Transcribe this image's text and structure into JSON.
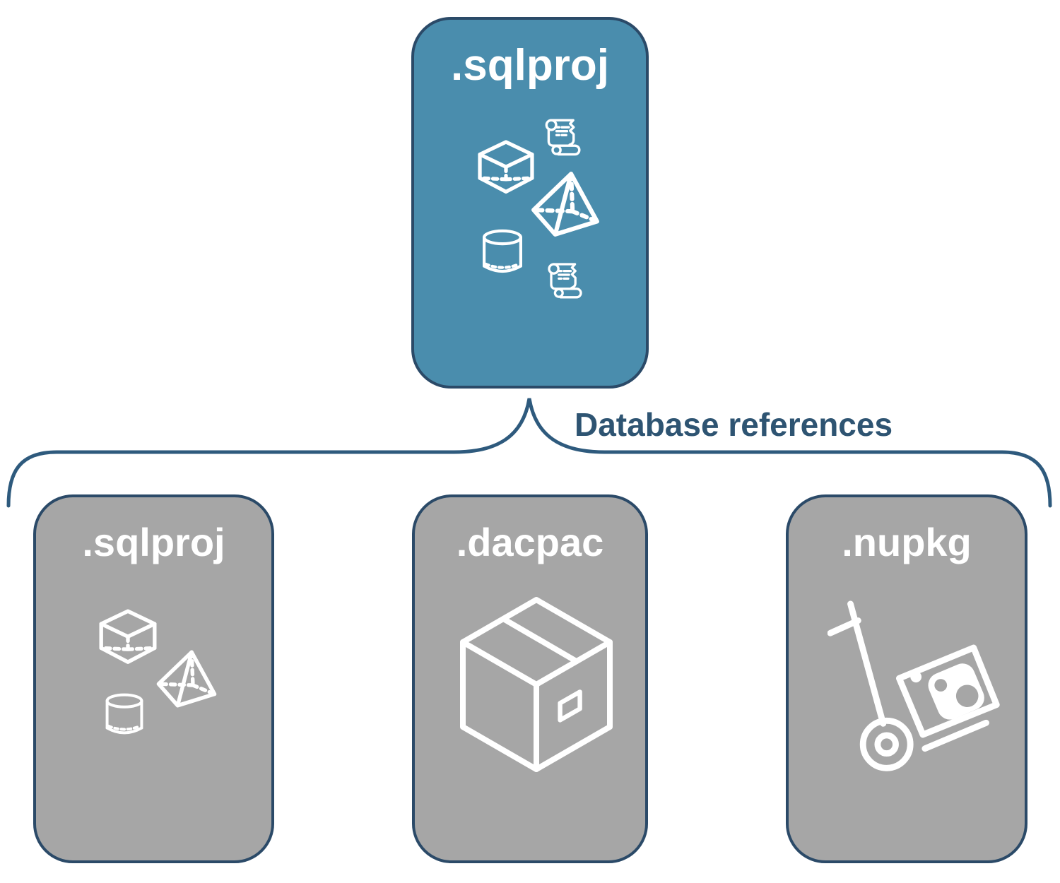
{
  "colors": {
    "root_fill": "#4a8dad",
    "child_fill": "#a6a6a6",
    "box_border": "#2b4a68",
    "line": "#2e5a7d",
    "label_text": "#2e5472",
    "icon": "#ffffff"
  },
  "root_box": {
    "label": ".sqlproj",
    "icons": [
      "script-scroll",
      "cube",
      "pyramid",
      "cylinder",
      "script-scroll"
    ]
  },
  "connector": {
    "label": "Database references"
  },
  "child_boxes": [
    {
      "label": ".sqlproj",
      "icons": [
        "cube",
        "pyramid",
        "cylinder"
      ]
    },
    {
      "label": ".dacpac",
      "icons": [
        "package-box"
      ]
    },
    {
      "label": ".nupkg",
      "icons": [
        "nuget-hand-truck"
      ]
    }
  ]
}
